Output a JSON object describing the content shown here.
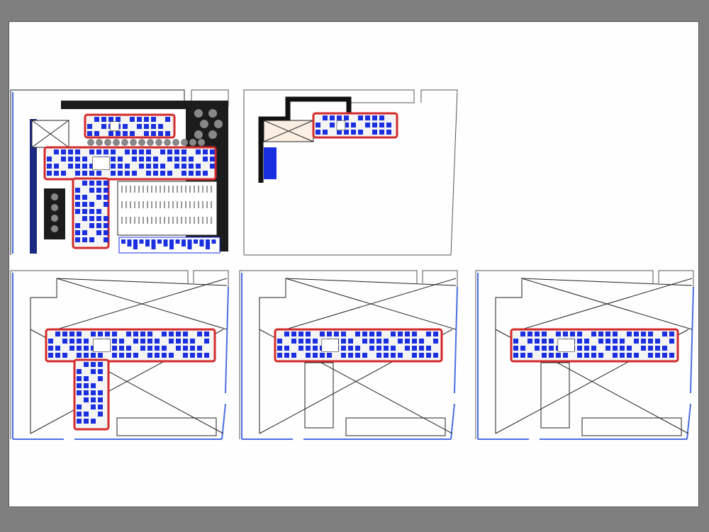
{
  "sheet": {
    "colors": {
      "background": "#7f7f7f",
      "paper": "#fefefe",
      "wall": "#222222",
      "furniture": "#1a2fe0",
      "outline_red": "#d42a2a",
      "site_line": "#4a6fe0",
      "hatch": "#1c1c1c"
    },
    "plans": [
      {
        "id": "plan-1",
        "kind": "ground-floor"
      },
      {
        "id": "plan-2",
        "kind": "upper-floor-partial"
      },
      {
        "id": "plan-3",
        "kind": "typical-floor-l"
      },
      {
        "id": "plan-4",
        "kind": "typical-floor"
      },
      {
        "id": "plan-5",
        "kind": "typical-floor"
      }
    ]
  }
}
